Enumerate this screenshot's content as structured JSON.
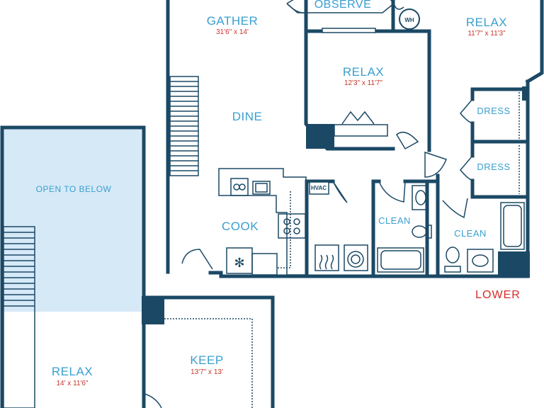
{
  "rooms": {
    "gather": {
      "label": "GATHER",
      "dims": "31'6\" x 14'"
    },
    "observe": {
      "label": "OBSERVE"
    },
    "wh": {
      "label": "WH"
    },
    "relax_top_right": {
      "label": "RELAX",
      "dims": "11'7\" x 11'3\""
    },
    "relax_center": {
      "label": "RELAX",
      "dims": "12'3\" x 11'7\""
    },
    "dress_top": {
      "label": "DRESS"
    },
    "dress_bottom": {
      "label": "DRESS"
    },
    "dine": {
      "label": "DINE"
    },
    "hvac": {
      "label": "HVAC"
    },
    "cook": {
      "label": "COOK"
    },
    "clean_left": {
      "label": "CLEAN"
    },
    "clean_right": {
      "label": "CLEAN"
    },
    "open_to_below": {
      "label": "OPEN TO BELOW"
    },
    "relax_bottom": {
      "label": "RELAX",
      "dims": "14' x 11'6\""
    },
    "keep": {
      "label": "KEEP",
      "dims": "13'7\" x 13'"
    }
  },
  "level": {
    "label": "LOWER"
  },
  "colors": {
    "wall": "#1b4965",
    "room_label": "#3a9fcf",
    "dimension": "#c8342b",
    "level_label": "#d52b27",
    "open_area": "#d6e9f7"
  }
}
